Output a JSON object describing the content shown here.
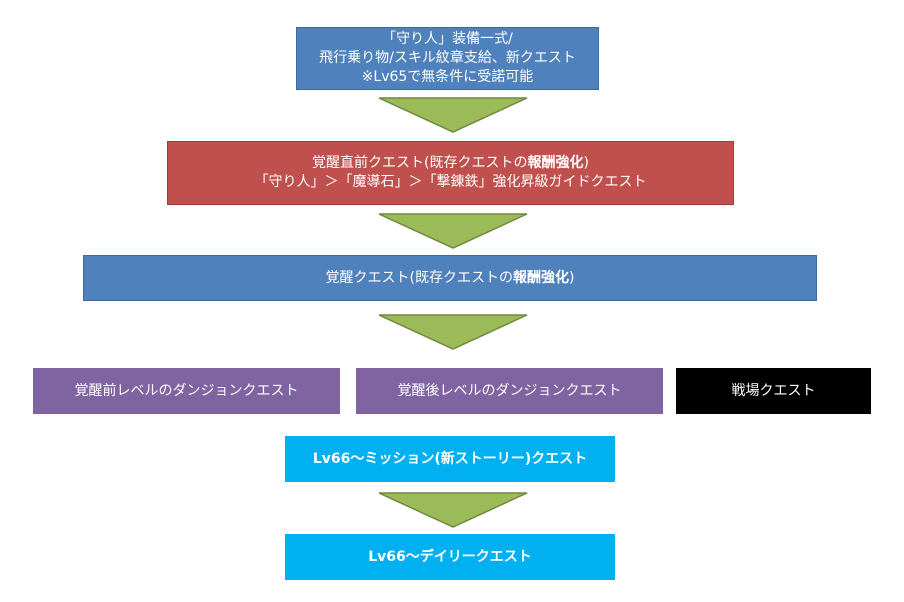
{
  "colors": {
    "blue": "#4f81bd",
    "red": "#c0504d",
    "purple": "#8064a2",
    "black": "#000000",
    "cyan": "#00b0f0",
    "arrow": "#9bbb59"
  },
  "box1": {
    "lines": [
      "「守り人」装備一式/",
      "飛行乗り物/スキル紋章支給、新クエスト",
      "※Lv65で無条件に受諾可能"
    ]
  },
  "box2": {
    "line1_pre": "覚醒直前クエスト(既存クエストの",
    "line1_bold": "報酬強化",
    "line1_post": ")",
    "line2": "「守り人」＞「魔導石」＞「撃錬鉄」強化昇級ガイドクエスト"
  },
  "box3": {
    "pre": "覚醒クエスト(既存クエストの",
    "bold": "報酬強化",
    "post": ")"
  },
  "row": [
    "覚醒前レベルのダンジョンクエスト",
    "覚醒後レベルのダンジョンクエスト",
    "戦場クエスト"
  ],
  "mission": "Lv66～ミッション(新ストーリー)クエスト",
  "daily": "Lv66～デイリークエスト"
}
